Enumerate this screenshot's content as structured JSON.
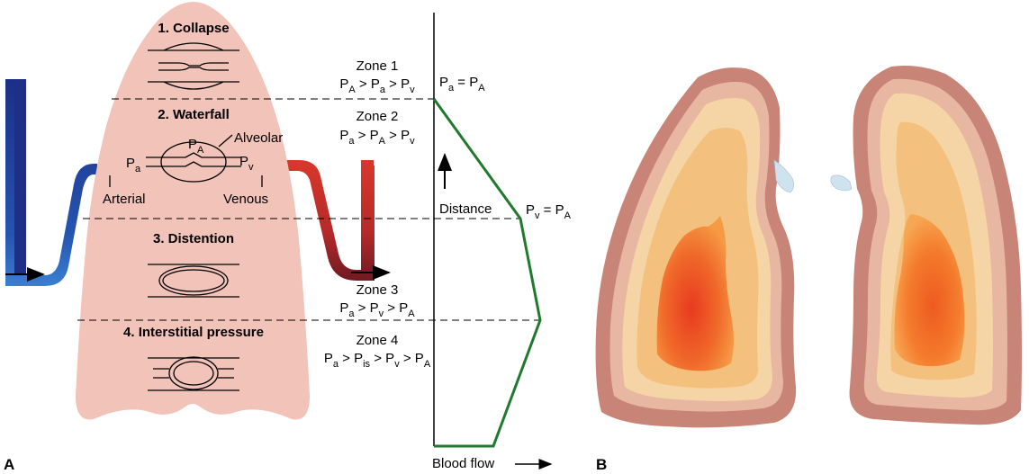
{
  "panel_labels": {
    "a": "A",
    "b": "B"
  },
  "stages": {
    "s1": "1. Collapse",
    "s2": "2. Waterfall",
    "s3": "3. Distention",
    "s4": "4. Interstitial pressure"
  },
  "vessel_labels": {
    "alveolar": "Alveolar",
    "arterial": "Arterial",
    "venous": "Venous",
    "pa_main": "P",
    "pa_sub": "a",
    "pA_main": "P",
    "pA_sub": "A",
    "pv_main": "P",
    "pv_sub": "v"
  },
  "zones": {
    "z1": {
      "title": "Zone 1",
      "rel": [
        [
          "P",
          "A",
          " > "
        ],
        [
          "P",
          "a",
          " > "
        ],
        [
          "P",
          "v",
          ""
        ]
      ]
    },
    "z2": {
      "title": "Zone 2",
      "rel": [
        [
          "P",
          "a",
          " > "
        ],
        [
          "P",
          "A",
          " > "
        ],
        [
          "P",
          "v",
          ""
        ]
      ]
    },
    "z3": {
      "title": "Zone 3",
      "rel": [
        [
          "P",
          "a",
          " > "
        ],
        [
          "P",
          "v",
          " > "
        ],
        [
          "P",
          "A",
          ""
        ]
      ]
    },
    "z4": {
      "title": "Zone 4",
      "rel": [
        [
          "P",
          "a",
          " > "
        ],
        [
          "P",
          "is",
          " > "
        ],
        [
          "P",
          "v",
          " > "
        ],
        [
          "P",
          "A",
          ""
        ]
      ]
    }
  },
  "graph": {
    "top_marker": [
      [
        "P",
        "a",
        " = "
      ],
      [
        "P",
        "A",
        ""
      ]
    ],
    "mid_marker": [
      [
        "P",
        "v",
        " = "
      ],
      [
        "P",
        "A",
        ""
      ]
    ],
    "distance_label": "Distance",
    "xlabel": "Blood flow",
    "line_color": "#1f7a2e"
  },
  "colors": {
    "lung_fill": "#f2c3b8",
    "artery": "#2f6fc2",
    "artery_dark": "#1b2f86",
    "vein": "#d9382b",
    "vein_dark": "#7a1c1f"
  }
}
